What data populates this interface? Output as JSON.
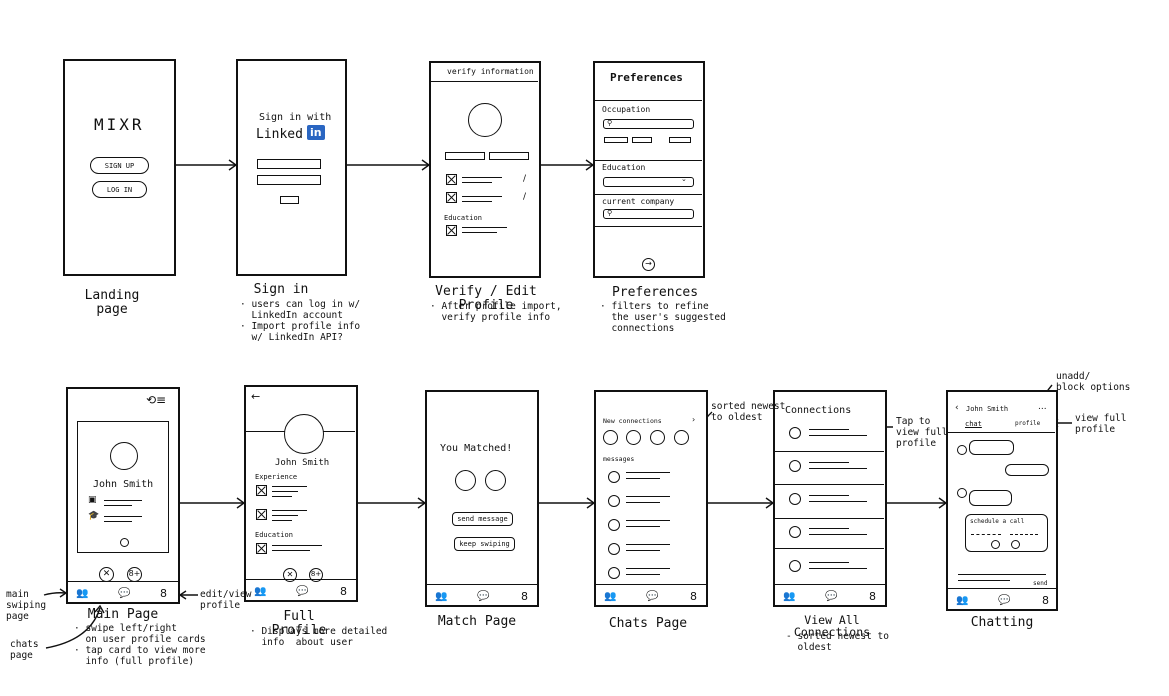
{
  "screens": {
    "landing": {
      "logo": "MIXR",
      "signup": "SIGN UP",
      "login": "LOG IN",
      "caption": "Landing\npage"
    },
    "signin": {
      "heading": "Sign in with",
      "brand": "Linked",
      "brand_badge": "in",
      "caption": "Sign in",
      "notes": "· users can log in w/\n  LinkedIn account\n· Import profile info\n  w/ LinkedIn API?"
    },
    "verify": {
      "header": "verify information",
      "education_label": "Education",
      "caption": "Verify / Edit Profile",
      "notes": "· After profile import,\n  verify profile info"
    },
    "preferences": {
      "title": "Preferences",
      "occupation": "Occupation",
      "education": "Education",
      "current_company": "current company",
      "caption": "Preferences",
      "notes": "· filters to refine\n  the user's suggested\n  connections"
    },
    "main": {
      "name": "John  Smith",
      "caption": "Main Page",
      "notes": "· swipe left/right\n  on user profile cards\n· tap card to view more\n  info (full profile)"
    },
    "fullprofile": {
      "name": "John Smith",
      "experience": "Experience",
      "education": "Education",
      "caption": "Full Profile",
      "notes": "· Displays more detailed\n  info  about user"
    },
    "match": {
      "title": "You Matched!",
      "send": "send message",
      "keep": "keep swiping",
      "caption": "Match Page"
    },
    "chats": {
      "new_connections": "New connections",
      "messages": "messages",
      "caption": "Chats Page"
    },
    "connections": {
      "title": "Connections",
      "caption": "View All Connections",
      "notes": "- sorted newest to\n  oldest"
    },
    "chatting": {
      "name": "John Smith",
      "more": "...",
      "tab_chat": "chat",
      "tab_profile": "profile",
      "schedule": "schedule a call",
      "send": "send",
      "caption": "Chatting"
    }
  },
  "annotations": {
    "main_swiping": "main\nswiping\npage",
    "chats_page": "chats\npage",
    "edit_view": "edit/view\nprofile",
    "sorted": "sorted newest\nto oldest",
    "tap_view": "Tap to\nview full\nprofile",
    "unadd": "unadd/\nblock options",
    "view_full": "view full\nprofile"
  }
}
